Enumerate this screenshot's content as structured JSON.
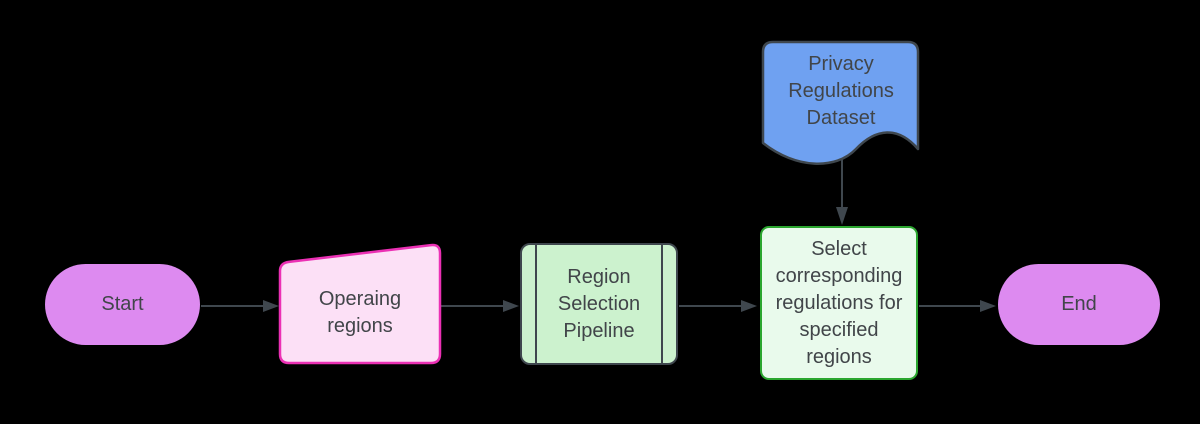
{
  "diagram": {
    "type": "flowchart",
    "background_color": "#000000",
    "connector_color": "#3F474E",
    "text_color": "#414549",
    "nodes": {
      "start": {
        "label": "Start",
        "shape": "terminator",
        "fill": "#DD8AF0"
      },
      "operating_regions": {
        "label": "Operaing regions",
        "shape": "manual-input",
        "fill": "#FCE0F6",
        "border": "#EB30B4"
      },
      "region_selection_pipeline": {
        "label": "Region Selection Pipeline",
        "shape": "predefined-process",
        "fill": "#CCF2CE",
        "border": "#3F474E"
      },
      "privacy_regulations_dataset": {
        "label": "Privacy Regulations Dataset",
        "shape": "document",
        "fill": "#6FA1F1",
        "border": "#3F474E"
      },
      "select_regulations": {
        "label": "Select corresponding regulations for specified regions",
        "shape": "process",
        "fill": "#E9FAEC",
        "border": "#2BA62F"
      },
      "end": {
        "label": "End",
        "shape": "terminator",
        "fill": "#DD8AF0"
      }
    },
    "edges": [
      {
        "from": "start",
        "to": "operating_regions"
      },
      {
        "from": "operating_regions",
        "to": "region_selection_pipeline"
      },
      {
        "from": "region_selection_pipeline",
        "to": "select_regulations"
      },
      {
        "from": "privacy_regulations_dataset",
        "to": "select_regulations"
      },
      {
        "from": "select_regulations",
        "to": "end"
      }
    ]
  }
}
